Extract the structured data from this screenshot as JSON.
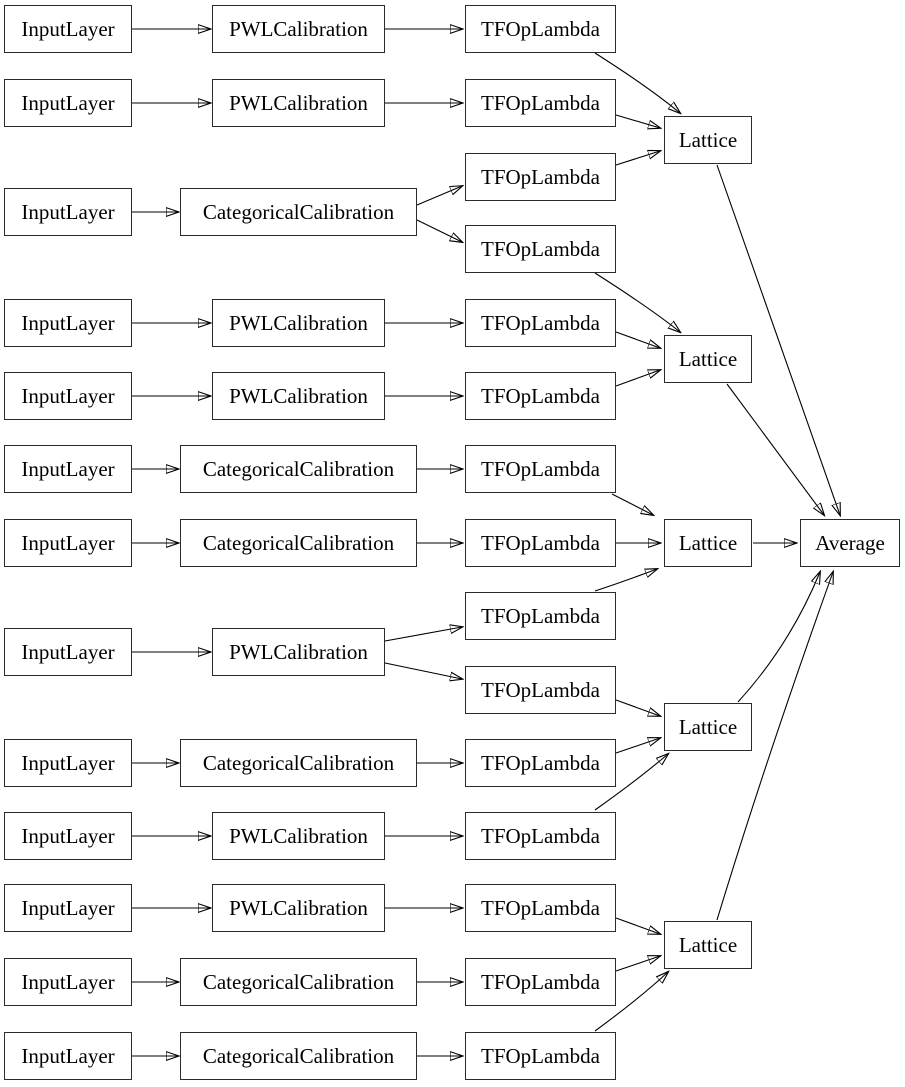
{
  "diagram": {
    "colors": {
      "background": "#ffffff",
      "node_fill": "#ffffff",
      "node_border": "#2b2b2b",
      "edge": "#000000"
    },
    "nodes": {
      "input_1": {
        "label": "InputLayer"
      },
      "calib_1": {
        "label": "PWLCalibration"
      },
      "tfop_1": {
        "label": "TFOpLambda"
      },
      "input_2": {
        "label": "InputLayer"
      },
      "calib_2": {
        "label": "PWLCalibration"
      },
      "tfop_2": {
        "label": "TFOpLambda"
      },
      "input_3": {
        "label": "InputLayer"
      },
      "calib_3": {
        "label": "CategoricalCalibration"
      },
      "tfop_3": {
        "label": "TFOpLambda"
      },
      "tfop_4": {
        "label": "TFOpLambda"
      },
      "lattice_1": {
        "label": "Lattice"
      },
      "input_4": {
        "label": "InputLayer"
      },
      "calib_4": {
        "label": "PWLCalibration"
      },
      "tfop_5": {
        "label": "TFOpLambda"
      },
      "input_5": {
        "label": "InputLayer"
      },
      "calib_5": {
        "label": "PWLCalibration"
      },
      "tfop_6": {
        "label": "TFOpLambda"
      },
      "lattice_2": {
        "label": "Lattice"
      },
      "input_6": {
        "label": "InputLayer"
      },
      "calib_6": {
        "label": "CategoricalCalibration"
      },
      "tfop_7": {
        "label": "TFOpLambda"
      },
      "input_7": {
        "label": "InputLayer"
      },
      "calib_7": {
        "label": "CategoricalCalibration"
      },
      "tfop_8": {
        "label": "TFOpLambda"
      },
      "input_8": {
        "label": "InputLayer"
      },
      "calib_8": {
        "label": "PWLCalibration"
      },
      "tfop_9": {
        "label": "TFOpLambda"
      },
      "tfop_10": {
        "label": "TFOpLambda"
      },
      "lattice_3": {
        "label": "Lattice"
      },
      "input_9": {
        "label": "InputLayer"
      },
      "calib_9": {
        "label": "CategoricalCalibration"
      },
      "tfop_11": {
        "label": "TFOpLambda"
      },
      "input_10": {
        "label": "InputLayer"
      },
      "calib_10": {
        "label": "PWLCalibration"
      },
      "tfop_12": {
        "label": "TFOpLambda"
      },
      "lattice_4": {
        "label": "Lattice"
      },
      "input_11": {
        "label": "InputLayer"
      },
      "calib_11": {
        "label": "PWLCalibration"
      },
      "tfop_13": {
        "label": "TFOpLambda"
      },
      "input_12": {
        "label": "InputLayer"
      },
      "calib_12": {
        "label": "CategoricalCalibration"
      },
      "tfop_14": {
        "label": "TFOpLambda"
      },
      "input_13": {
        "label": "InputLayer"
      },
      "calib_13": {
        "label": "CategoricalCalibration"
      },
      "tfop_15": {
        "label": "TFOpLambda"
      },
      "lattice_5": {
        "label": "Lattice"
      },
      "average": {
        "label": "Average"
      }
    },
    "edges": [
      "input_1->calib_1",
      "input_2->calib_2",
      "input_3->calib_3",
      "input_4->calib_4",
      "input_5->calib_5",
      "input_6->calib_6",
      "input_7->calib_7",
      "input_8->calib_8",
      "input_9->calib_9",
      "input_10->calib_10",
      "input_11->calib_11",
      "input_12->calib_12",
      "input_13->calib_13",
      "calib_1->tfop_1",
      "calib_2->tfop_2",
      "calib_3->tfop_3",
      "calib_3->tfop_4",
      "calib_4->tfop_5",
      "calib_5->tfop_6",
      "calib_6->tfop_7",
      "calib_7->tfop_8",
      "calib_8->tfop_9",
      "calib_8->tfop_10",
      "calib_9->tfop_11",
      "calib_10->tfop_12",
      "calib_11->tfop_13",
      "calib_12->tfop_14",
      "calib_13->tfop_15",
      "tfop_1->lattice_1",
      "tfop_2->lattice_1",
      "tfop_3->lattice_1",
      "tfop_4->lattice_2",
      "tfop_5->lattice_2",
      "tfop_6->lattice_2",
      "tfop_7->lattice_3",
      "tfop_8->lattice_3",
      "tfop_9->lattice_3",
      "tfop_10->lattice_4",
      "tfop_11->lattice_4",
      "tfop_12->lattice_4",
      "tfop_13->lattice_5",
      "tfop_14->lattice_5",
      "tfop_15->lattice_5",
      "lattice_1->average",
      "lattice_2->average",
      "lattice_3->average",
      "lattice_4->average",
      "lattice_5->average"
    ]
  }
}
